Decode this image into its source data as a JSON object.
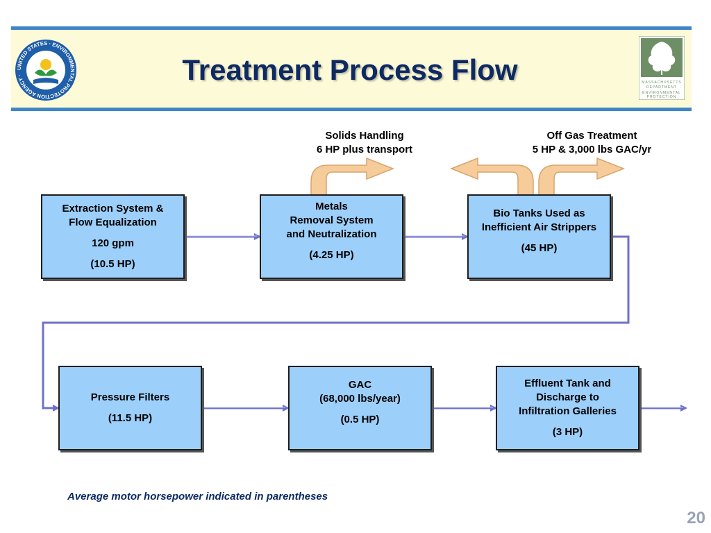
{
  "title": "Treatment Process Flow",
  "logos": {
    "epa_ring_text": "UNITED STATES · ENVIRONMENTAL PROTECTION AGENCY ·",
    "mass_dep_text": "Massachusetts Department of ENVIRONMENTAL PROTECTION"
  },
  "top_labels": {
    "solids_line1": "Solids Handling",
    "solids_line2": "6 HP plus transport",
    "offgas_line1": "Off Gas Treatment",
    "offgas_line2": "5 HP & 3,000 lbs GAC/yr"
  },
  "boxes": {
    "extraction": {
      "line1": "Extraction System &",
      "line2": "Flow Equalization",
      "line3": "120 gpm",
      "hp": "(10.5 HP)"
    },
    "metals": {
      "line1": "Metals",
      "line2": "Removal System",
      "line3": "and Neutralization",
      "hp": "(4.25 HP)"
    },
    "bio": {
      "line1": "Bio Tanks Used as",
      "line2": "Inefficient Air Strippers",
      "hp": "(45 HP)"
    },
    "pressure": {
      "line1": "Pressure Filters",
      "hp": "(11.5 HP)"
    },
    "gac": {
      "line1": "GAC",
      "line2": "(68,000 lbs/year)",
      "hp": "(0.5 HP)"
    },
    "effluent": {
      "line1": "Effluent Tank and",
      "line2": "Discharge to",
      "line3": "Infiltration Galleries",
      "hp": "(3 HP)"
    }
  },
  "footnote": "Average motor horsepower indicated in parentheses",
  "page_number": "20",
  "colors": {
    "header_bg": "#fdfad8",
    "header_rule": "#3f86c5",
    "title": "#0e2a63",
    "box_fill": "#9dcffb",
    "connector": "#6e72c8",
    "curved_arrow": "#f6cc9a"
  }
}
